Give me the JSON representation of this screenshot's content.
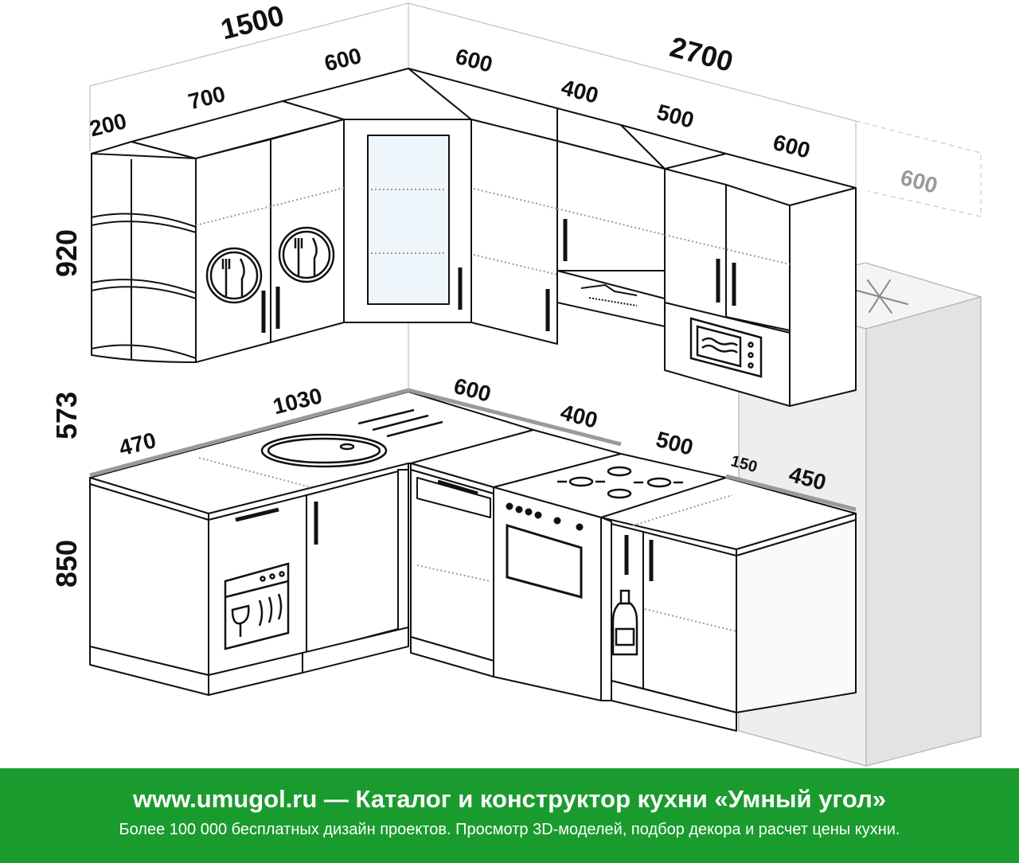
{
  "dimensions": {
    "upper_left_total": "1500",
    "upper_right_total": "2700",
    "upper_left_shelf": "200",
    "upper_left_cabinet": "700",
    "upper_corner_left": "600",
    "upper_corner_right": "600",
    "upper_right_1": "400",
    "upper_right_2": "500",
    "upper_right_3": "600",
    "fridge_top": "600",
    "height_upper": "920",
    "height_gap": "573",
    "height_base": "850",
    "base_left_1": "470",
    "base_left_2": "1030",
    "base_corner": "600",
    "base_right_1": "400",
    "base_right_2": "500",
    "base_right_3": "150",
    "base_right_4": "450"
  },
  "icons": [
    "plate-cutlery-icon",
    "plate-cutlery-icon",
    "glass-door-cabinet",
    "range-hood-icon",
    "microwave-icon",
    "snowflake-icon",
    "sink-icon",
    "cooktop-icon",
    "oven-icon",
    "dishwasher-icon",
    "bottle-icon"
  ],
  "colors": {
    "footer_background": "#1a9b2e",
    "footer_text": "#ffffff",
    "line": "#111111",
    "ghost": "#9a9a9a"
  },
  "footer": {
    "headline": "www.umugol.ru — Каталог и конструктор кухни «Умный угол»",
    "subline": "Более 100 000 бесплатных дизайн проектов. Просмотр 3D-моделей, подбор декора и расчет цены кухни."
  }
}
